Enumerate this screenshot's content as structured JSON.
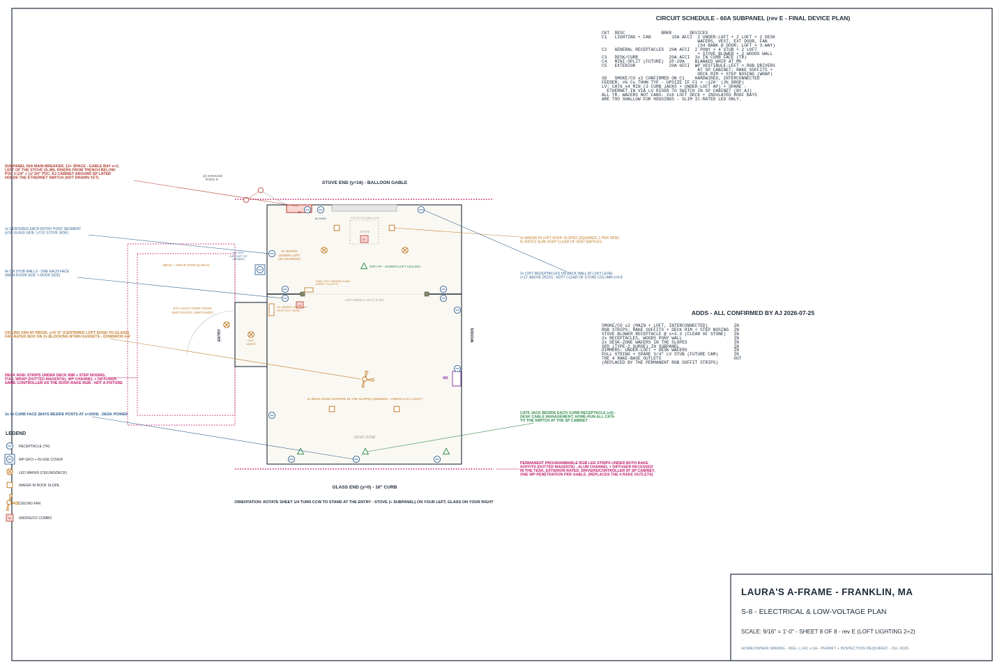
{
  "schedule": {
    "title": "CIRCUIT SCHEDULE - 60A SUBPANEL (rev E - FINAL DEVICE PLAN)",
    "lines": [
      "CKT  DESC              BRKR       DEVICES",
      "C1   LIGHTING + FAN        15A AFCI  2 UNDER-LOFT + 2 LOFT + 2 DESK",
      "                                     WAFERS, VEST, EXT DOOR, FAN",
      "                                     (S4 BANK @ DOOR; LOFT = 3-WAY)",
      "C2   GENERAL RECEPTACLES  20A AFCI  2 PONY + 4 STUB + 2 LOFT",
      "                                     + STOVE BLOWER + 2 WOODS WALL",
      "C3   DESK/CURB            20A AFCI  3x IN CURB FACE (TR)",
      "C4   MINI-SPLIT (FUTURE)  2P-20A    BLANKED WHIP AT MS",
      "C5   EXTERIOR             20A GFCI  WP VESTIBULE-LEFT + RGB DRIVERS",
      "                                     AT SP CABINET: RAKE SOFFITS +",
      "                                     DECK RIM + STEP NOSING (WRAP)",
      "SD   SMOKE/CO x2 CONFIRMED ON C1    HARDWIRED, INTERCONNECTED",
      "FEEDER: #6 Cu THHN TYP - UPSIZE IF F1 > ~120' (3% DROP)",
      "LV: CAT6 x4 MIN (3 CURB JACKS + UNDER-LOFT AP) + SPARE -",
      "  ETHERNET IN VIA LV RISER TO SWITCH IN SP CABINET (BY AJ)",
      "ALL TR. WAFERS NOT CANS- 2x6 LOFT DECK + INSULATED ROOF BAYS",
      "ARE TOO SHALLOW FOR HOUSINGS - SLIM IC-RATED LED ONLY."
    ]
  },
  "adds": {
    "title": "ADDS - ALL CONFIRMED BY AJ 2026-07-25",
    "lines": [
      "SMOKE/CO x2 (MAIN + LOFT, INTERCONNECTED)          IN",
      "RGB STRIPS: RAKE SOFFITS + DECK RIM + STEP NOSING  IN",
      "STOVE BLOWER RECEPTACLE @ x=3.3 (CLEAR OF STONE)   IN",
      "2x RECEPTACLES, WOODS PONY WALL                    IN",
      "2x DESK-ZONE WAFERS IN THE SLOPES                  IN",
      "SPD (TYPE-2 SURGE) IN SUBPANEL                     IN",
      "DIMMERS: UNDER-LOFT + DESK WAFERS                  IN",
      "PULL STRING + SPARE 3/4\" LV STUB (FUTURE CAM)      IN",
      "THE 4 RAKE-BASE OUTLETS                            OUT",
      "(REPLACED BY THE PERMANENT RGB SOFFIT STRIPS)"
    ]
  },
  "plan": {
    "stove_end": "STOVE END (y=16) - BALLOON GABLE",
    "glass_end": "GLASS END (y=0) - 16\" CURB",
    "orientation": "ORIENTATION: ROTATE SHEET 1/4 TURN CCW TO STAND AT THE ENTRY - STOVE (+ SUBPANEL) ON YOUR LEFT, GLASS ON YOUR RIGHT",
    "entry": "ENTRY",
    "woods": "WOODS",
    "ms": "MS",
    "sp": "SP",
    "sd": "SD",
    "blower": "BLOWER",
    "stove_column": "STOVE COLUMN x=3-8",
    "stove": "STOVE",
    "ground_rods_1": "(2) GROUND",
    "ground_rods_2": "RODS 8'",
    "wp_gfci_1": "WP GFCI",
    "wp_gfci_2": "(VESTLEFT 18\"",
    "wp_gfci_3": "VIS/ABLE)",
    "wafer_under_1": "2x WAFER",
    "wafer_under_2": "UNDER LOFT",
    "wafer_under_3": "(IN 2x6 DECK)",
    "wifi_ap": "WIFI AP - UNDER-LOFT CEILING",
    "s3w_1": "S3W: LOFT WAFERS 3-WAY",
    "s3w_2": "(HERE + IN LOFT)",
    "s4_1": "S4: UNDER-LOFT / FAN /",
    "s4_2": "VEST+EXT / DESK",
    "loft_edge": "LOFT EDGE y=10'-6\" (5-3C)",
    "deck_step": "DECK + WRAP STEP (5-2/5-6)",
    "ext_light_1": "EXT LIGHT OVER DOOR",
    "ext_light_2": "(WET-RATED, SWITCHED)",
    "vest_1": "VEST",
    "vest_2": "WAFER",
    "desk_wafers": "2x DESK-ZONE WAFERS IN THE SLOPES (DIMMED - VIDEO-CALL LIGHT)",
    "desk_zone": "DESK ZONE"
  },
  "callouts": {
    "subpanel_1": "SUBPANEL 60A MAIN-BREAKER, 12+ SPACE - GABLE BAY x=2,",
    "subpanel_2": "LEFT OF THE STOVE (S-3B). RISERS FROM TRENCH BELOW:",
    "subpanel_3": "PVC 1-1/4\" + LV 3/4\" PVC. AJ CABINET AROUND SP LATER",
    "subpanel_4": "HOLDS THE ETHERNET SWITCH (NOT DRAWN YET)",
    "pony_1": "1x CENTERED EACH ENTRY PONY SEGMENT",
    "pony_2": "(y=8' GLASS SIDE / y=13' STOVE SIDE)",
    "stub_1": "4x ON STUB WALLS - ONE EACH FACE",
    "stub_2": "(MAIN-ROOM SIDE + NOOK SIDE)",
    "fan_1": "CEILING FAN AT RIDGE, y=5'-3\" (CENTERED LOFT EDGE-TO-GLASS)",
    "fan_2": "FAN-RATED BOX ON 2x BLOCKING BTWN GUSSETS - DOWNROD 4-6'",
    "deckrgb_1": "DECK RGB: STRIPS UNDER DECK RIM + STEP NOSING,",
    "deckrgb_2": "FULL WRAP (DOTTED MAGENTA); WP CHANNEL + DIFFUSER.",
    "deckrgb_3": "SAME CONTROLLER AS THE ROOF-RAKE RGB - NOT A FIXTURE",
    "curb": "3x IN CURB FACE (BAYS BESIDE POSTS AT x=3/6/9) - DESK POWER",
    "roofwafer_1": "2x WAFER IN LOFT ROOF SLOPES (SQUARES, 1 PER SIDE) -",
    "roofwafer_2": "IC-RATED SLIM; KEEP CLEAR OF VENT BAFFLES",
    "loftrecep_1": "2x LOFT RECEPTACLES ON BACK WALL AT LOFT LEVEL",
    "loftrecep_2": "(+12\" ABOVE DECK) - KEPT CLEAR OF STONE COLUMN x=4-8",
    "cat6_1": "CAT6 JACK BESIDE EACH CURB RECEPTACLE (x3) -",
    "cat6_2": "DESK CABLE MANAGEMENT; HOME-RUN ALL CAT6",
    "cat6_3": "TO THE SWITCH AT THE SP CABINET",
    "rgb_1": "PERMANENT PROGRAMMABLE RGB LED STRIPS UNDER BOTH RAKE",
    "rgb_2": "SOFFITS (DOTTED MAGENTA) - ALUM CHANNEL + DIFFUSER RECESSED",
    "rgb_3": "IN THE TEAK, EXTERIOR-RATED. DRIVERS/CONTROLLER AT SP CABINET,",
    "rgb_4": "ONE WP PENETRATION PER GABLE. (REPLACES THE 4 RAKE OUTLETS)"
  },
  "legend": {
    "title": "LEGEND",
    "items": [
      "RECEPTACLE (TR)",
      "WP GFCI + IN-USE COVER",
      "LED WAFER (CEILING/DECK)",
      "WAFER IN ROOF SLOPE",
      "CEILING FAN",
      "SMOKE/CO COMBO"
    ]
  },
  "titleblock": {
    "title": "LAURA'S A-FRAME - FRANKLIN, MA",
    "subtitle": "S-8 - ELECTRICAL & LOW-VOLTAGE PLAN",
    "scale": "SCALE: 9/16\" = 1'-0\"  -  SHEET 8 OF 8  -  rev E (LOFT LIGHTING 2+2)",
    "note": "HOMEOWNER WIRING - MGL c.141 s.1A - PERMIT + INSPECTION REQUIRED - JUL 2026"
  },
  "colors": {
    "ink": "#1e2a38",
    "red": "#b03a2e",
    "blue": "#2f5f8f",
    "orange": "#c07a28",
    "green": "#2e8a4a",
    "magenta": "#c0186a",
    "purple": "#8a3aa8",
    "floor": "#faf8f2"
  }
}
